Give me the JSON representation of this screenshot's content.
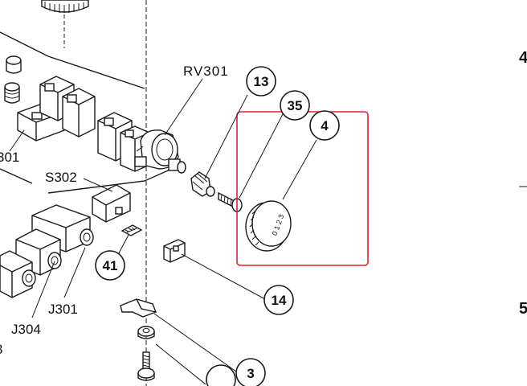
{
  "labels": {
    "rv301": "RV301",
    "s302": "S302",
    "j301": "J301",
    "j304": "J304",
    "cut_301": "301",
    "cut_3": "3",
    "side_4": "4",
    "side_5": "5"
  },
  "callouts": {
    "c13": "13",
    "c35": "35",
    "c4": "4",
    "c41": "41",
    "c14": "14",
    "c3": "3"
  },
  "knob_scale": "0 1 2 3",
  "colors": {
    "line": "#1a1a1a",
    "highlight": "#e0202a",
    "background": "#ffffff"
  }
}
